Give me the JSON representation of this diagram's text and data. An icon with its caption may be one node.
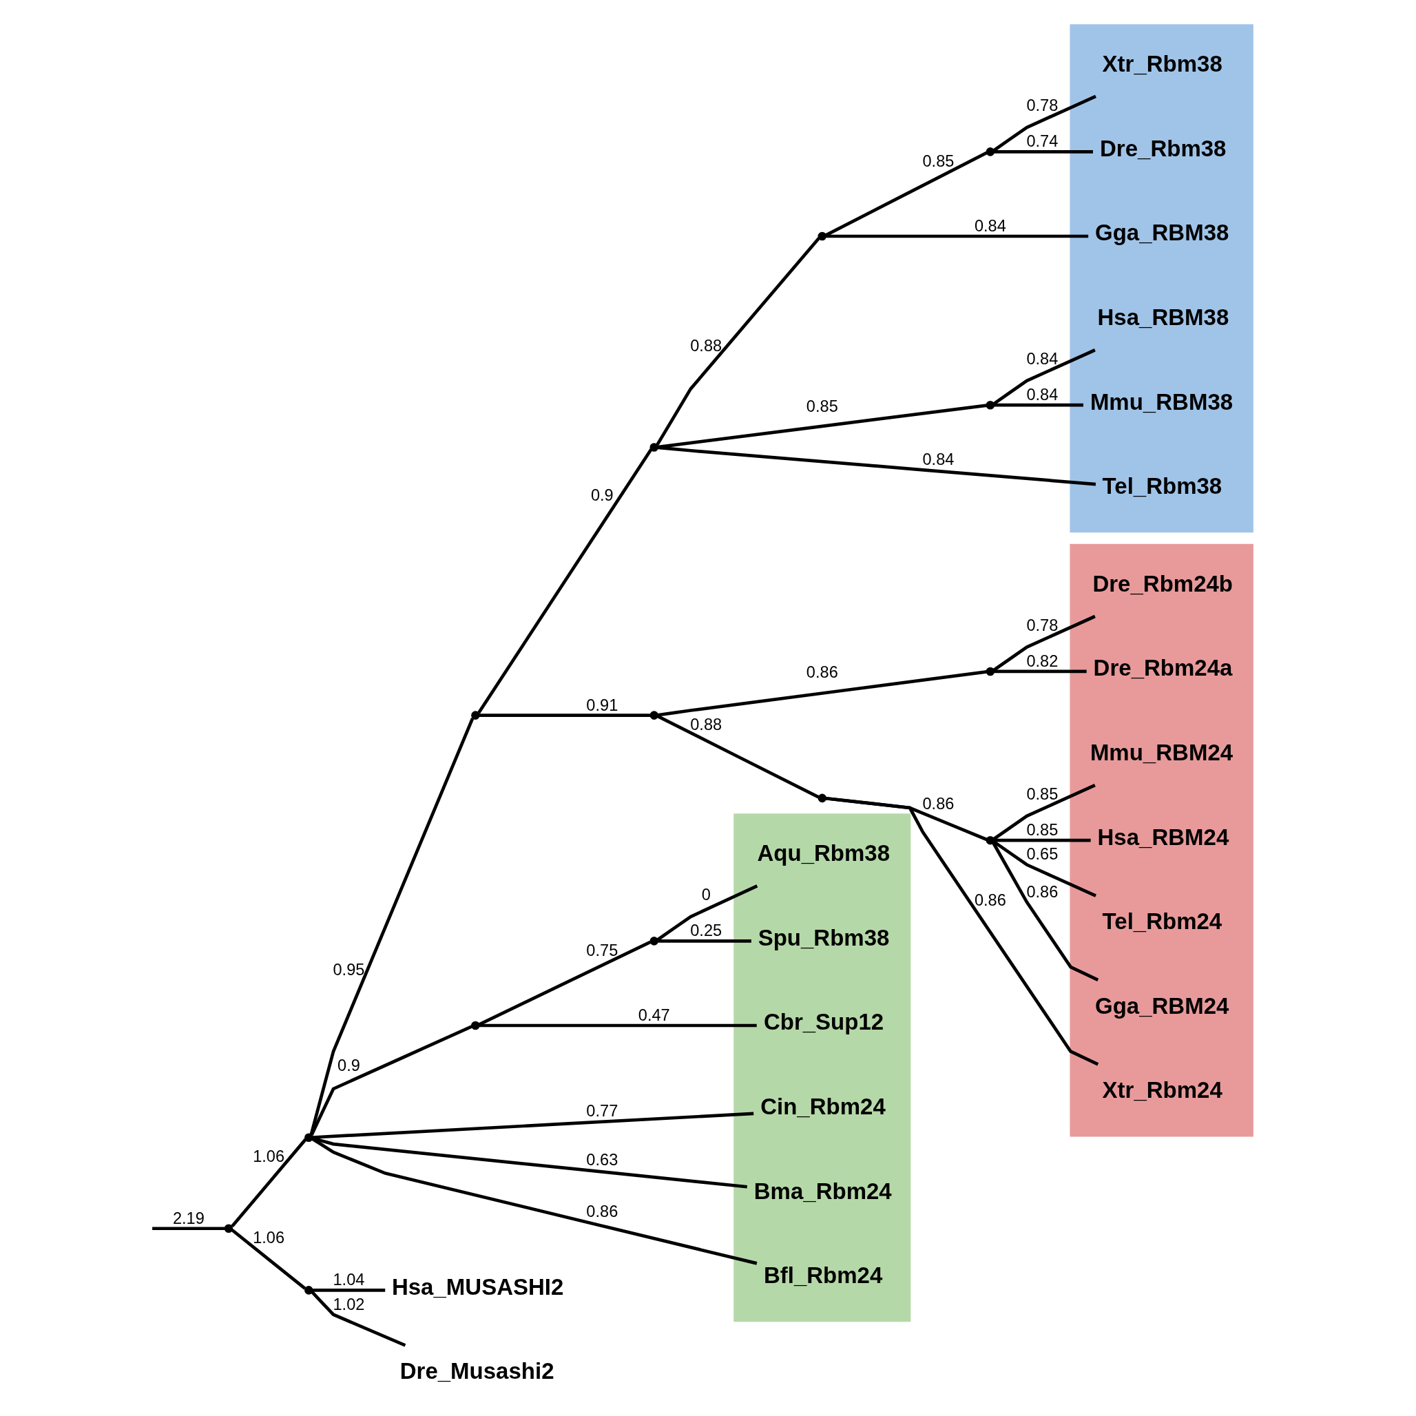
{
  "diagram": {
    "nodes": [
      {
        "text": [],
        "shape": "band"
      },
      {
        "text": [
          "Dre_Rbm24a"
        ],
        "in": 0
      },
      {
        "text": [
          "Dre_Rbm24b"
        ],
        "in": 0
      },
      {
        "text": [
          "Xtr_Rbm24"
        ],
        "in": 0
      },
      {
        "text": [
          "Gga_RBM24"
        ],
        "in": 0
      },
      {
        "text": [
          "Mmu_RBM24"
        ],
        "in": 0
      },
      {
        "text": [
          "Hsa_RBM24"
        ],
        "in": 0
      },
      {
        "text": [
          "Tel_Rbm24"
        ],
        "in": 0
      },
      {
        "text": [
          "Dre_Musashi2"
        ]
      },
      {
        "text": [
          "Hsa_MUSASHI2"
        ]
      },
      {
        "text": [],
        "shape": "band"
      },
      {
        "text": [
          "Cin_Rbm24"
        ],
        "in": 10
      },
      {
        "text": [
          "Bma_Rbm24"
        ],
        "in": 10
      },
      {
        "text": [
          "Bfl_Rbm24"
        ],
        "in": 10
      },
      {
        "text": [
          "Cbr_Sup12"
        ],
        "in": 10
      },
      {
        "text": [
          "Spu_Rbm38"
        ],
        "in": 10
      },
      {
        "text": [
          "Aqu_Rbm38"
        ],
        "in": 10
      },
      {
        "text": [],
        "shape": "band"
      },
      {
        "text": [
          "Tel_Rbm38"
        ],
        "in": 17
      },
      {
        "text": [
          "Mmu_RBM38"
        ],
        "in": 17
      },
      {
        "text": [
          "Hsa_RBM38"
        ],
        "in": 17
      },
      {
        "text": [
          "Gga_RBM38"
        ],
        "in": 17
      },
      {
        "text": [
          "Dre_Rbm38"
        ],
        "in": 17
      },
      {
        "text": [
          "Xtr_Rbm38"
        ],
        "in": 17
      },
      {
        "text": [],
        "shape": "point"
      },
      {
        "text": [],
        "shape": "point"
      },
      {
        "text": [],
        "shape": "point"
      },
      {
        "text": [],
        "shape": "point"
      },
      {
        "text": [],
        "shape": "point"
      },
      {
        "text": [],
        "shape": "point"
      },
      {
        "text": [],
        "shape": "point"
      },
      {
        "text": [],
        "shape": "point"
      },
      {
        "text": [],
        "shape": "point"
      },
      {
        "text": [],
        "shape": "point"
      },
      {
        "text": [],
        "shape": "point"
      },
      {
        "text": [],
        "shape": "point"
      },
      {
        "text": [],
        "shape": "point"
      },
      {
        "text": [],
        "shape": "point"
      }
    ],
    "edges": [
      {
        "from": null,
        "to": 24,
        "arrow": "none",
        "label": "2.19"
      },
      {
        "from": 24,
        "to": 25,
        "arrow": "none",
        "label": "1.06"
      },
      {
        "from": 24,
        "to": 26,
        "arrow": "none",
        "label": "1.06"
      },
      {
        "from": 26,
        "to": 8,
        "arrow": "none",
        "label": "1.02"
      },
      {
        "from": 26,
        "to": 9,
        "arrow": "none",
        "label": "1.04"
      },
      {
        "from": 25,
        "to": 27,
        "arrow": "none",
        "label": "0.95"
      },
      {
        "from": 25,
        "to": 36,
        "arrow": "none",
        "label": "0.9"
      },
      {
        "from": 25,
        "to": 13,
        "arrow": "none",
        "label": "0.86"
      },
      {
        "from": 25,
        "to": 12,
        "arrow": "none",
        "label": "0.63"
      },
      {
        "from": 25,
        "to": 11,
        "arrow": "none",
        "label": "0.77"
      },
      {
        "from": 27,
        "to": 28,
        "arrow": "none",
        "label": "0.91"
      },
      {
        "from": 27,
        "to": 32,
        "arrow": "none",
        "label": "0.9"
      },
      {
        "from": 28,
        "to": 29,
        "arrow": "none",
        "label": "0.86"
      },
      {
        "from": 28,
        "to": 30,
        "arrow": "none",
        "label": "0.88"
      },
      {
        "from": 29,
        "to": 1,
        "arrow": "none",
        "label": "0.82"
      },
      {
        "from": 29,
        "to": 2,
        "arrow": "none",
        "label": "0.78"
      },
      {
        "from": 30,
        "to": 3,
        "arrow": "none",
        "label": "0.86"
      },
      {
        "from": 30,
        "to": 31,
        "arrow": "none",
        "label": "0.86"
      },
      {
        "from": 31,
        "to": 4,
        "arrow": "none",
        "label": "0.86"
      },
      {
        "from": 31,
        "to": 5,
        "arrow": "none",
        "label": "0.85"
      },
      {
        "from": 31,
        "to": 6,
        "arrow": "none",
        "label": "0.85"
      },
      {
        "from": 31,
        "to": 7,
        "arrow": "none",
        "label": "0.65"
      },
      {
        "from": 32,
        "to": 33,
        "arrow": "none",
        "label": "0.88"
      },
      {
        "from": 32,
        "to": 35,
        "arrow": "none",
        "label": "0.85"
      },
      {
        "from": 32,
        "to": 18,
        "arrow": "none",
        "label": "0.84"
      },
      {
        "from": 33,
        "to": 34,
        "arrow": "none",
        "label": "0.85"
      },
      {
        "from": 33,
        "to": 21,
        "arrow": "none",
        "label": "0.84"
      },
      {
        "from": 34,
        "to": 23,
        "arrow": "none",
        "label": "0.78"
      },
      {
        "from": 34,
        "to": 22,
        "arrow": "none",
        "label": "0.74"
      },
      {
        "from": 35,
        "to": 20,
        "arrow": "none",
        "label": "0.84"
      },
      {
        "from": 35,
        "to": 19,
        "arrow": "none",
        "label": "0.84"
      },
      {
        "from": 36,
        "to": 37,
        "arrow": "none",
        "label": "0.75"
      },
      {
        "from": 36,
        "to": 14,
        "arrow": "none",
        "label": "0.47"
      },
      {
        "from": 37,
        "to": 16,
        "arrow": "none",
        "label": "0"
      },
      {
        "from": 37,
        "to": 15,
        "arrow": "none",
        "label": "0.25"
      }
    ]
  }
}
